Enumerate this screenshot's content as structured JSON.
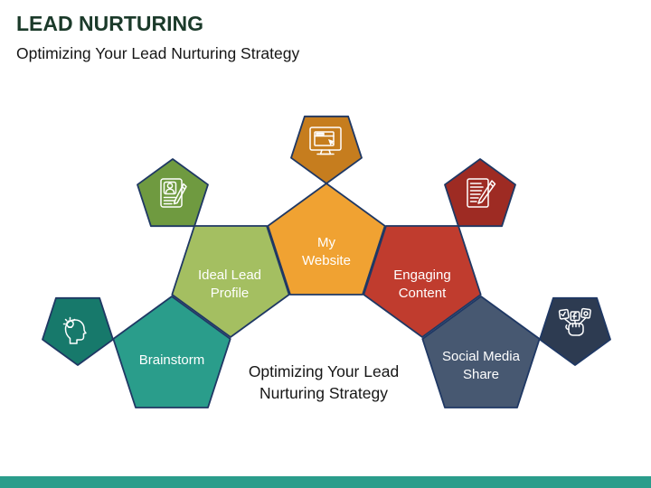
{
  "slide": {
    "title": "LEAD NURTURING",
    "subtitle": "Optimizing Your Lead Nurturing Strategy",
    "center_text_line1": "Optimizing Your Lead",
    "center_text_line2": "Nurturing Strategy"
  },
  "theme": {
    "border_color": "#1F3864",
    "footer_bar_color": "#2A9D8B",
    "title_color": "#1B3A2A",
    "body_text_color": "#161616",
    "label_text_color": "#FFFFFF"
  },
  "pentagons": [
    {
      "id": "brainstorm",
      "lines": [
        "Brainstorm"
      ],
      "fill": "#2A9D8B",
      "icon_fill": "#17796B",
      "icon": "brainstorm-icon"
    },
    {
      "id": "ideal-lead-profile",
      "lines": [
        "Ideal Lead",
        "Profile"
      ],
      "fill": "#A4BF61",
      "icon_fill": "#6F9A40",
      "icon": "profile-document-icon"
    },
    {
      "id": "my-website",
      "lines": [
        "My",
        "Website"
      ],
      "fill": "#F0A232",
      "icon_fill": "#C67D1E",
      "icon": "website-icon"
    },
    {
      "id": "engaging-content",
      "lines": [
        "Engaging",
        "Content"
      ],
      "fill": "#C03C2E",
      "icon_fill": "#9E2B23",
      "icon": "content-writing-icon"
    },
    {
      "id": "social-media-share",
      "lines": [
        "Social Media",
        "Share"
      ],
      "fill": "#475871",
      "icon_fill": "#2D3B51",
      "icon": "social-share-icon"
    }
  ]
}
